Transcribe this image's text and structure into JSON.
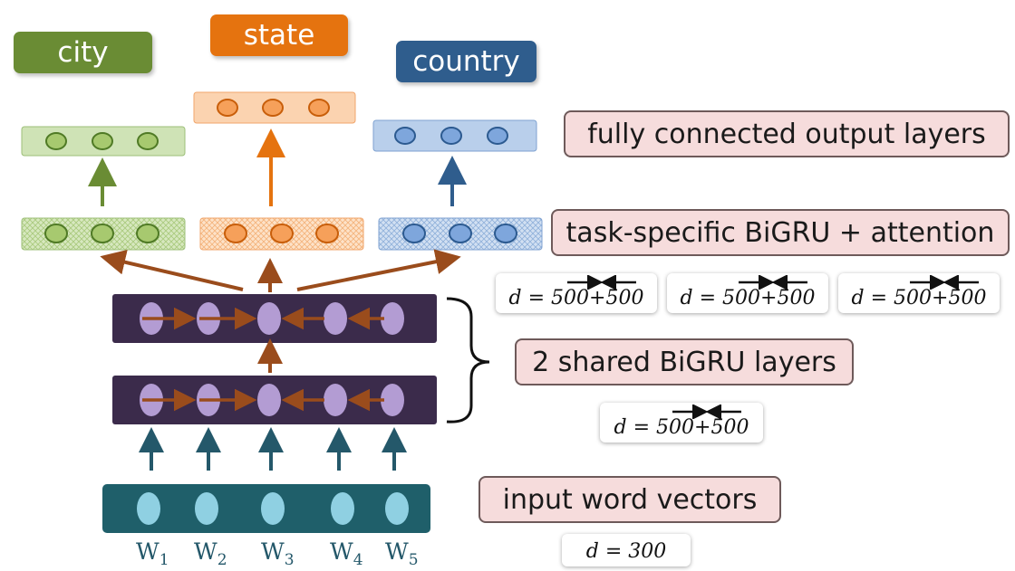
{
  "tasks": {
    "city": "city",
    "state": "state",
    "country": "country"
  },
  "colors": {
    "city": "#6a8c34",
    "state": "#e5730f",
    "country": "#2f5d8d",
    "shared_layer": "#3b2b4b",
    "input_layer": "#1f5f6a",
    "label_fill": "#f6dcdc",
    "flow_arrow": "#9a4c1c"
  },
  "labels": {
    "output": "fully connected output layers",
    "attention": "task-specific BiGRU + attention",
    "shared": "2 shared BiGRU layers",
    "input": "input word vectors"
  },
  "dims": {
    "task1": "d = 500+500",
    "task2": "d = 500+500",
    "task3": "d = 500+500",
    "shared": "d = 500+500",
    "input": "d = 300"
  },
  "words": [
    {
      "base": "W",
      "sub": "1"
    },
    {
      "base": "W",
      "sub": "2"
    },
    {
      "base": "W",
      "sub": "3"
    },
    {
      "base": "W",
      "sub": "4"
    },
    {
      "base": "W",
      "sub": "5"
    }
  ]
}
